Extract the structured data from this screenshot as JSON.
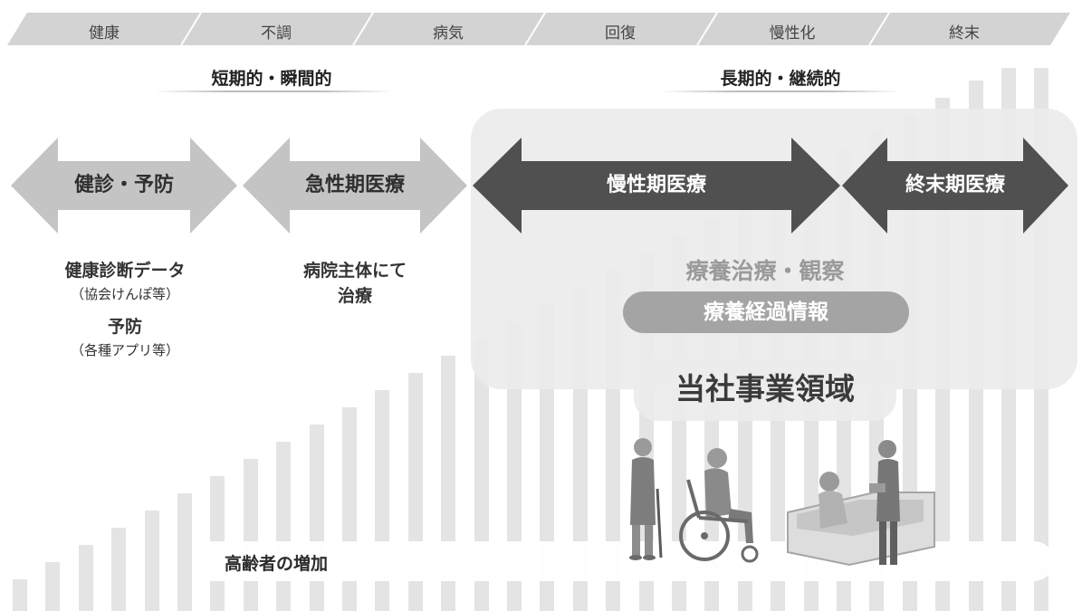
{
  "stages": [
    "健康",
    "不調",
    "病気",
    "回復",
    "慢性化",
    "終末"
  ],
  "term_labels": {
    "short": "短期的・瞬間的",
    "long": "長期的・継続的"
  },
  "arrows": {
    "checkup": "健診・予防",
    "acute": "急性期医療",
    "chronic": "慢性期医療",
    "terminal": "終末期医療"
  },
  "checkup_desc": {
    "line1": "健康診断データ",
    "line2": "（協会けんぽ等）",
    "line3": "予防",
    "line4": "（各種アプリ等）"
  },
  "acute_desc": {
    "line1": "病院主体にて",
    "line2": "治療"
  },
  "company_area": {
    "treatment_label": "療養治療・観察",
    "progress_pill": "療養経過情報",
    "title": "当社事業領域"
  },
  "aging_label": "高齢者の増加",
  "icons": {
    "people": "elderly-care-illustration"
  },
  "colors": {
    "arrow_light": "#c4c4c4",
    "arrow_dark": "#505050",
    "panel": "#ececec",
    "pill": "#a4a4a4",
    "stage_band": "#cfcfcf"
  }
}
